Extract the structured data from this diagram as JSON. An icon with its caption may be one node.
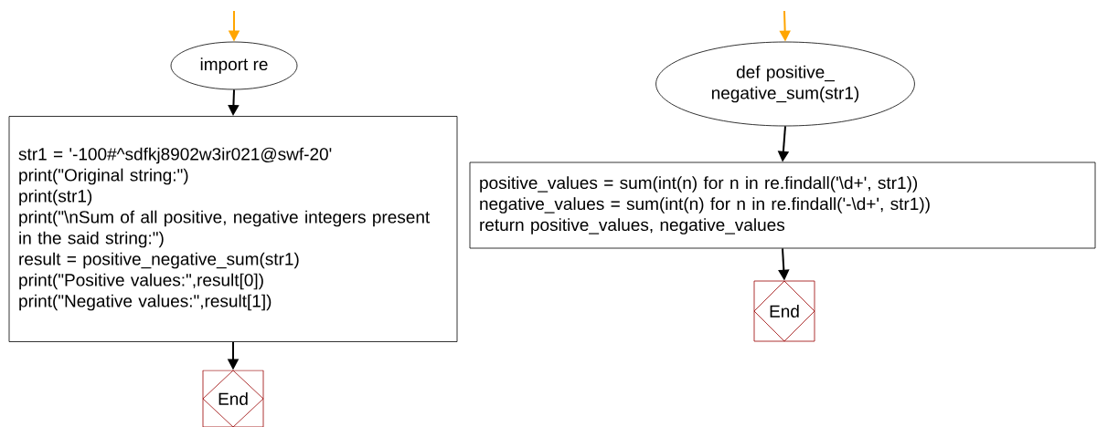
{
  "diagram": {
    "nodes": [
      {
        "text": [
          "import re"
        ]
      },
      {
        "text": [
          "str1 = '-100#^sdfkj8902w3ir021@swf-20'",
          "print(\"Original string:\")",
          "print(str1)",
          "print(\"\\nSum of all positive, negative integers present in the said string:\")",
          "result = positive_negative_sum(str1)",
          "print(\"Positive values:\",result[0])",
          "print(\"Negative values:\",result[1])"
        ]
      },
      {
        "text": [
          "End"
        ]
      },
      {
        "text": [
          "def positive_ negative_sum(str1)"
        ]
      },
      {
        "text": [
          "positive_values = sum(int(n) for n in re.findall('\\d+', str1))",
          "negative_values = sum(int(n) for n in re.findall('-\\d+', str1))",
          "return positive_values, negative_values"
        ]
      },
      {
        "text": [
          "End"
        ]
      }
    ],
    "edges": [
      {
        "from": null,
        "to": 0,
        "arrow": "to",
        "color": "#ffa500"
      },
      {
        "from": 0,
        "to": 1,
        "arrow": "to"
      },
      {
        "from": 1,
        "to": 2,
        "arrow": "to"
      },
      {
        "from": null,
        "to": 3,
        "arrow": "to",
        "color": "#ffa500"
      },
      {
        "from": 3,
        "to": 4,
        "arrow": "to"
      },
      {
        "from": 4,
        "to": 5,
        "arrow": "to"
      }
    ]
  }
}
